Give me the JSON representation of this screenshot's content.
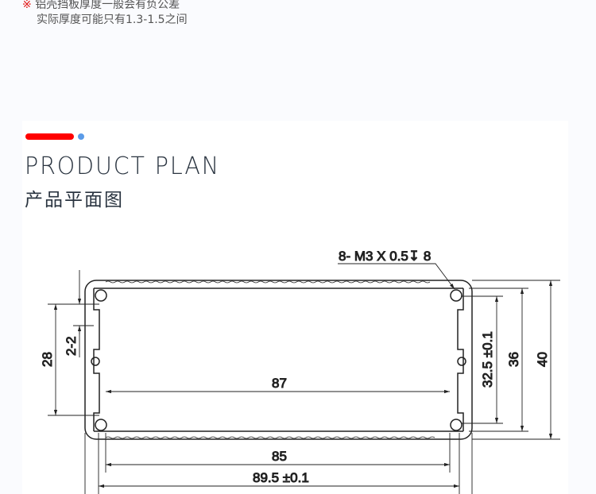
{
  "note": {
    "mark": "※",
    "line1": "铝壳挡板厚度一般会有负公差",
    "line2": "实际厚度可能只有1.3-1.5之间"
  },
  "section": {
    "title_en": "PRODUCT PLAN",
    "title_cn": "产品平面图",
    "accent_colors": {
      "bar": "#ff0000",
      "dot": "#5b9be8"
    }
  },
  "drawing": {
    "callout": "8- M3 X 0.5↧ 8",
    "dims": {
      "inner_width": "87",
      "width_85": "85",
      "outer_width": "89.5 ±0.1",
      "height_28": "28",
      "slot_2_2": "2-2",
      "height_32_5": "32.5 ±0.1",
      "height_36": "36",
      "height_40": "40"
    }
  }
}
